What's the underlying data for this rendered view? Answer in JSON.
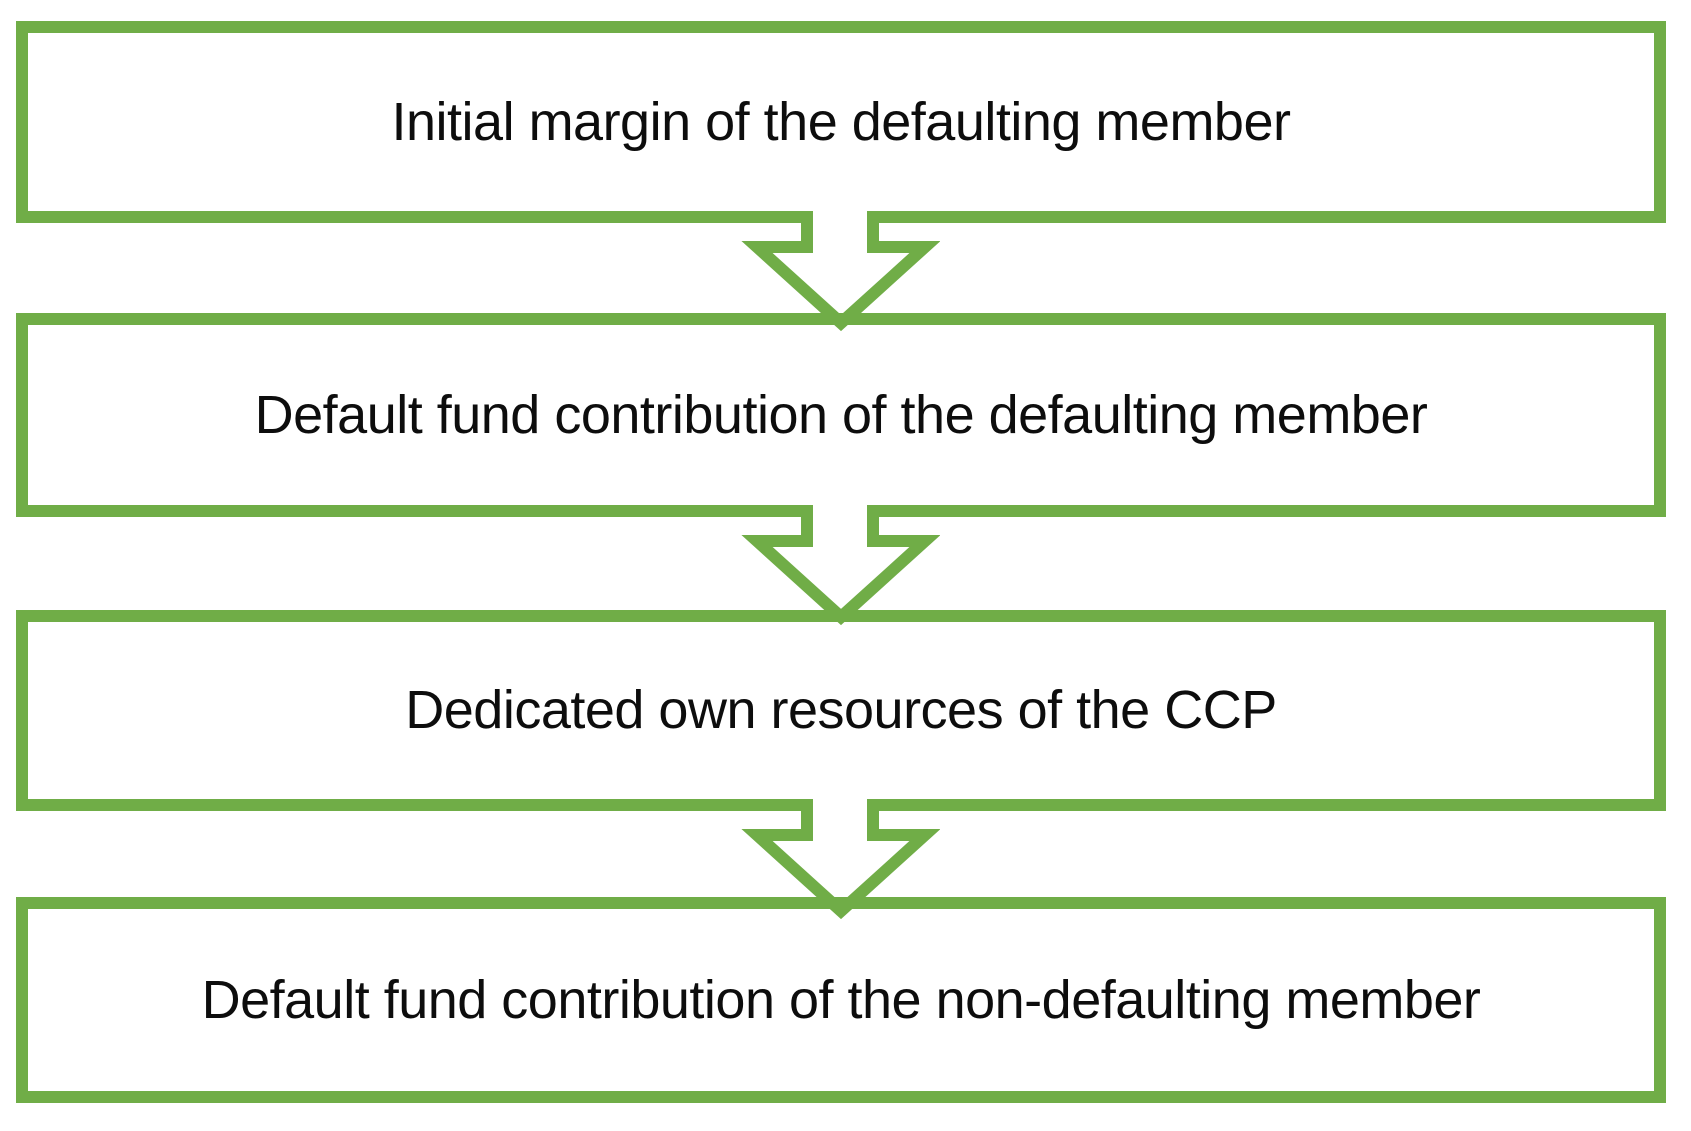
{
  "flow": {
    "steps": [
      {
        "label": "Initial margin of the defaulting member"
      },
      {
        "label": "Default fund contribution of the defaulting member"
      },
      {
        "label": "Dedicated own resources of the CCP"
      },
      {
        "label": "Default fund contribution of the non-defaulting member"
      }
    ],
    "connector_icon": "down-arrow-icon"
  },
  "colors": {
    "accent_green": "#70AD47",
    "text": "#0d0d0d",
    "background": "#ffffff"
  }
}
